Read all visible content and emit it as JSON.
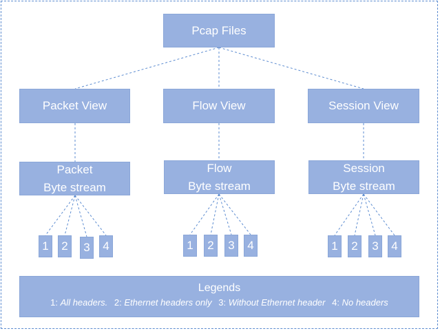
{
  "diagram": {
    "root": "Pcap Files",
    "views": [
      "Packet View",
      "Flow View",
      "Session View"
    ],
    "streams": [
      {
        "line1": "Packet",
        "line2": "Byte stream"
      },
      {
        "line1": "Flow",
        "line2": "Byte stream"
      },
      {
        "line1": "Session",
        "line2": "Byte stream"
      }
    ],
    "leaves": [
      "1",
      "2",
      "3",
      "4"
    ]
  },
  "legend": {
    "title": "Legends",
    "items": [
      {
        "num": "1:",
        "text": "All headers."
      },
      {
        "num": "2:",
        "text": "Ethernet headers only"
      },
      {
        "num": "3:",
        "text": "Without Ethernet header"
      },
      {
        "num": "4:",
        "text": "No headers"
      }
    ]
  },
  "colors": {
    "box": "#98b1e0",
    "line": "#5b8bd0",
    "text": "#ffffff"
  }
}
